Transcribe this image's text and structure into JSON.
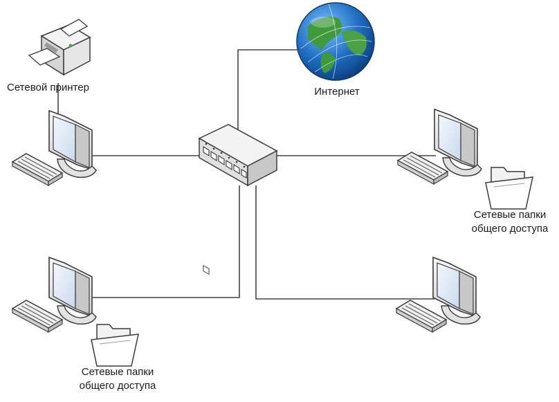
{
  "nodes": {
    "printer": {
      "label": "Сетевой принтер",
      "icon": "printer-icon"
    },
    "internet": {
      "label": "Интернет",
      "icon": "globe-icon"
    },
    "switch": {
      "icon": "network-switch-icon"
    },
    "workstations": [
      {
        "name": "workstation-top-left",
        "icon": "desktop-computer-icon"
      },
      {
        "name": "workstation-top-right",
        "icon": "desktop-computer-icon"
      },
      {
        "name": "workstation-bottom-left",
        "icon": "desktop-computer-icon"
      },
      {
        "name": "workstation-bottom-right",
        "icon": "desktop-computer-icon"
      }
    ],
    "shared_folders": [
      {
        "label": "Сетевые папки\nобщего доступа",
        "icon": "folder-icon"
      },
      {
        "label": "Сетевые папки\nобщего доступа",
        "icon": "folder-icon"
      }
    ]
  },
  "colors": {
    "line": "#444444",
    "device_body": "#e9e9e9",
    "device_outline": "#3a3a3a",
    "screen": "#dbe6f5",
    "globe_ocean": "#1f6fc4",
    "globe_land": "#3f9a3a"
  }
}
